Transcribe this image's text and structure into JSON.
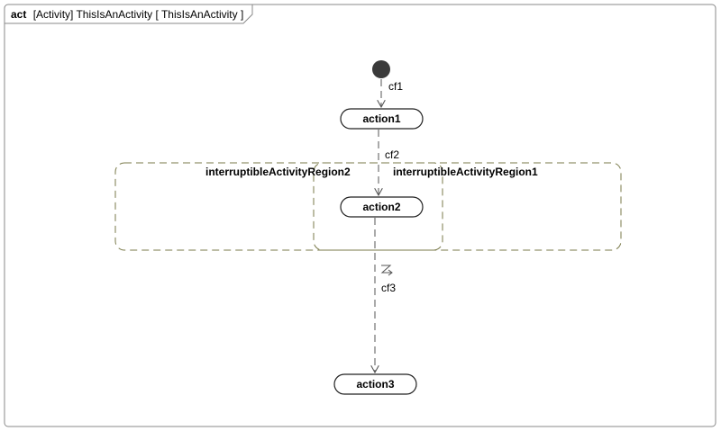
{
  "frame": {
    "keyword": "act",
    "title": "[Activity] ThisIsAnActivity [ ThisIsAnActivity ]"
  },
  "nodes": {
    "action1": "action1",
    "action2": "action2",
    "action3": "action3"
  },
  "regions": {
    "region1": "interruptibleActivityRegion1",
    "region2": "interruptibleActivityRegion2"
  },
  "flows": {
    "cf1": "cf1",
    "cf2": "cf2",
    "cf3": "cf3"
  },
  "colors": {
    "region_border": "#7a7a4a",
    "node_fill": "#ffffff",
    "initial_fill": "#3a3a3a",
    "flow": "#555555"
  }
}
